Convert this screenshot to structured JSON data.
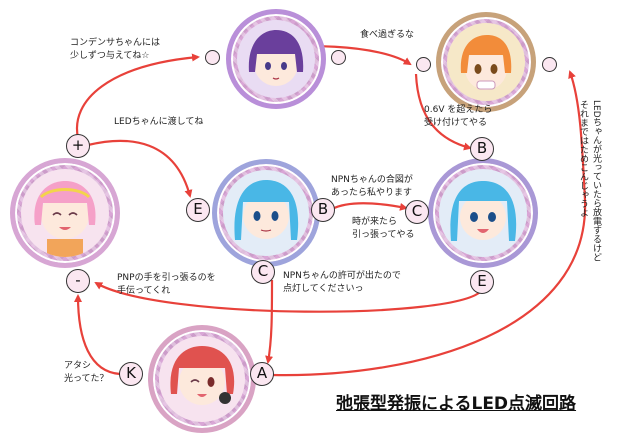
{
  "title": "弛張型発振によるLED点滅回路",
  "characters": [
    {
      "name": "condenser",
      "hair": "#6a3f9c",
      "ring": "#b98fd9"
    },
    {
      "name": "led",
      "hair": "#f28c3a",
      "ring": "#c7a27a"
    },
    {
      "name": "battery",
      "hair": "#f5a0c8",
      "ring": "#d7a6d4"
    },
    {
      "name": "pnp",
      "hair": "#49b7e6",
      "ring": "#9ea4dc"
    },
    {
      "name": "npn",
      "hair": "#49b7e6",
      "ring": "#a998d6"
    },
    {
      "name": "lamp",
      "hair": "#e0524f",
      "ring": "#d9a3c4"
    }
  ],
  "terminals": {
    "battery_plus": "+",
    "battery_minus": "-",
    "pnp_emitter": "E",
    "pnp_base": "B",
    "pnp_collector": "C",
    "npn_collector": "C",
    "npn_base": "B",
    "npn_emitter": "E",
    "lamp_anode": "A",
    "lamp_cathode": "K"
  },
  "labels": {
    "condenser_request": "コンデンサちゃんには\n少しずつ与えてね☆",
    "led_note": "食べ過ぎるな",
    "threshold": "0.6V を超えたら\n受け付けてやる",
    "pass_to_led": "LEDちゃんに渡してね",
    "npn_signal": "NPNちゃんの合図が\nあったら私やります",
    "time_pull": "時が来たら\n引っ張ってやる",
    "pnp_pull": "PNPの手を引っ張るのを\n手伝ってくれ",
    "npn_permission": "NPNちゃんの許可が出たので\n点灯してくださいっ",
    "lamp_question": "アタシ\n光ってた？",
    "vertical_note": "LEDちゃんが光っていたら放電するけど\nそれまではためこんじゃうよ"
  },
  "colors": {
    "wire": "#e8413a",
    "frame": "#b86fb5",
    "terminal_fill": "#fbe7f1"
  }
}
